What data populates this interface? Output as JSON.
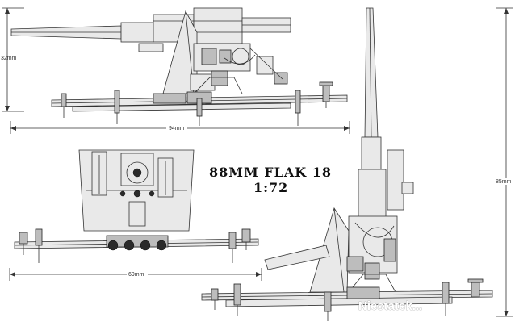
{
  "title": {
    "line1": "88MM FLAK 18",
    "line2": "1:72"
  },
  "dimensions": {
    "side_height": "32mm",
    "side_length": "94mm",
    "front_width": "69mm",
    "firing_height": "85mm"
  },
  "watermark": {
    "text": "Niestatek..."
  }
}
